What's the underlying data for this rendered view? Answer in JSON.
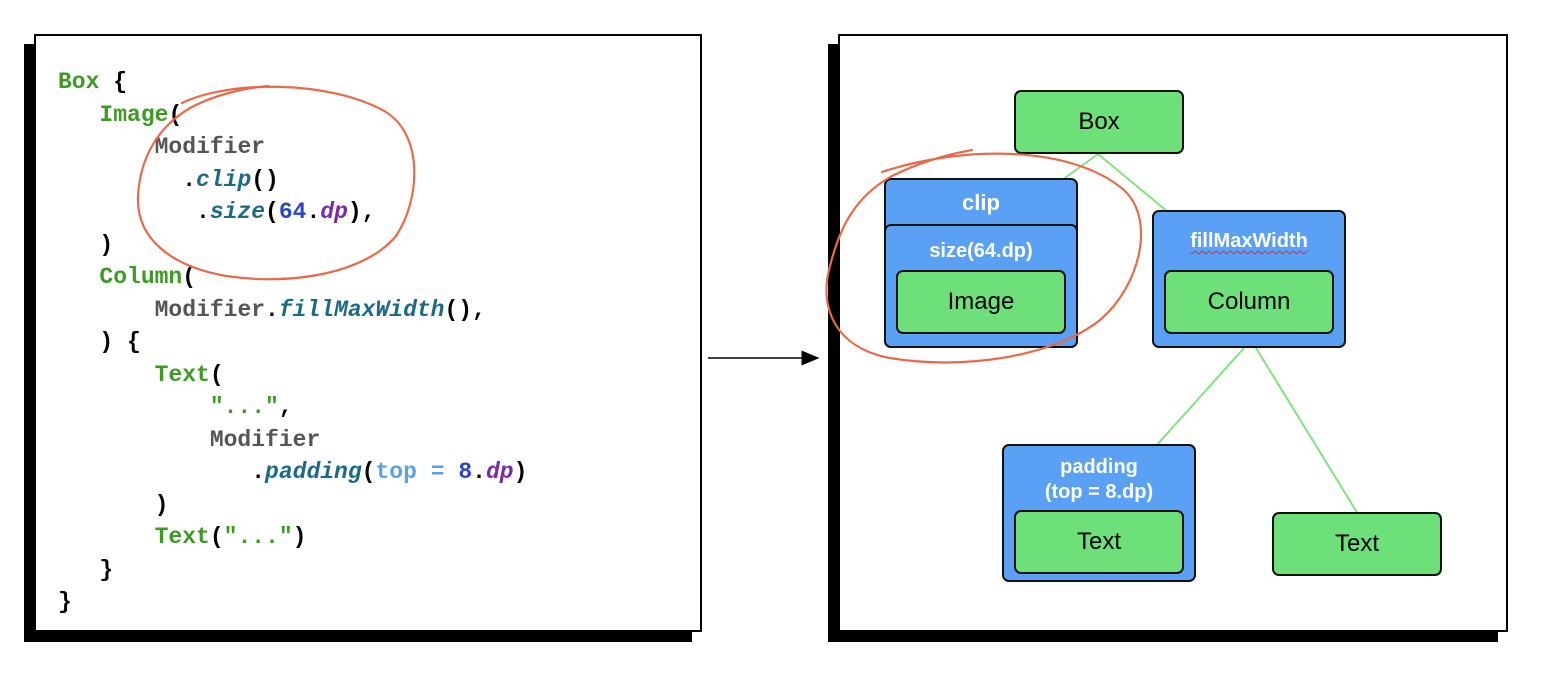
{
  "code": {
    "lines": [
      [
        [
          "Box",
          "green"
        ],
        [
          " {",
          "black"
        ]
      ],
      [
        [
          "   ",
          "black"
        ],
        [
          "Image",
          "green"
        ],
        [
          "(",
          "black"
        ]
      ],
      [
        [
          "       ",
          "black"
        ],
        [
          "Modifier",
          "gray"
        ]
      ],
      [
        [
          "         .",
          "black"
        ],
        [
          "clip",
          "teal"
        ],
        [
          "()",
          "black"
        ]
      ],
      [
        [
          "          .",
          "black"
        ],
        [
          "size",
          "teal"
        ],
        [
          "(",
          "black"
        ],
        [
          "64",
          "blue"
        ],
        [
          ".",
          "black"
        ],
        [
          "dp",
          "purple"
        ],
        [
          "),",
          "black"
        ]
      ],
      [
        [
          "   )",
          "black"
        ]
      ],
      [
        [
          "   ",
          "black"
        ],
        [
          "Column",
          "green"
        ],
        [
          "(",
          "black"
        ]
      ],
      [
        [
          "       ",
          "black"
        ],
        [
          "Modifier",
          "gray"
        ],
        [
          ".",
          "black"
        ],
        [
          "fillMaxWidth",
          "teal"
        ],
        [
          "(),",
          "black"
        ]
      ],
      [
        [
          "   ) {",
          "black"
        ]
      ],
      [
        [
          "       ",
          "black"
        ],
        [
          "Text",
          "green"
        ],
        [
          "(",
          "black"
        ]
      ],
      [
        [
          "           ",
          "black"
        ],
        [
          "\"...\"",
          "str"
        ],
        [
          ",",
          "black"
        ]
      ],
      [
        [
          "           ",
          "black"
        ],
        [
          "Modifier",
          "gray"
        ]
      ],
      [
        [
          "              .",
          "black"
        ],
        [
          "padding",
          "teal"
        ],
        [
          "(",
          "black"
        ],
        [
          "top",
          "lblue"
        ],
        [
          " = ",
          "lblue"
        ],
        [
          "8",
          "blue"
        ],
        [
          ".",
          "black"
        ],
        [
          "dp",
          "purple"
        ],
        [
          ")",
          "black"
        ]
      ],
      [
        [
          "       )",
          "black"
        ]
      ],
      [
        [
          "       ",
          "black"
        ],
        [
          "Text",
          "green"
        ],
        [
          "(",
          "black"
        ],
        [
          "\"...\"",
          "str"
        ],
        [
          ")",
          "black"
        ]
      ],
      [
        [
          "   }",
          "black"
        ]
      ],
      [
        [
          "}",
          "black"
        ]
      ]
    ]
  },
  "tree": {
    "box": "Box",
    "clip": "clip",
    "size": "size(64.dp)",
    "image": "Image",
    "fill_max_width": "fillMaxWidth",
    "column": "Column",
    "padding_line1": "padding",
    "padding_line2": "(top = 8.dp)",
    "text_padded": "Text",
    "text_plain": "Text"
  },
  "colors": {
    "node_green": "#6ee07a",
    "modifier_blue": "#5aa0f4",
    "edge_green": "#7fe37e",
    "highlight_circle": "#e86a4a",
    "arrow": "#000000"
  }
}
